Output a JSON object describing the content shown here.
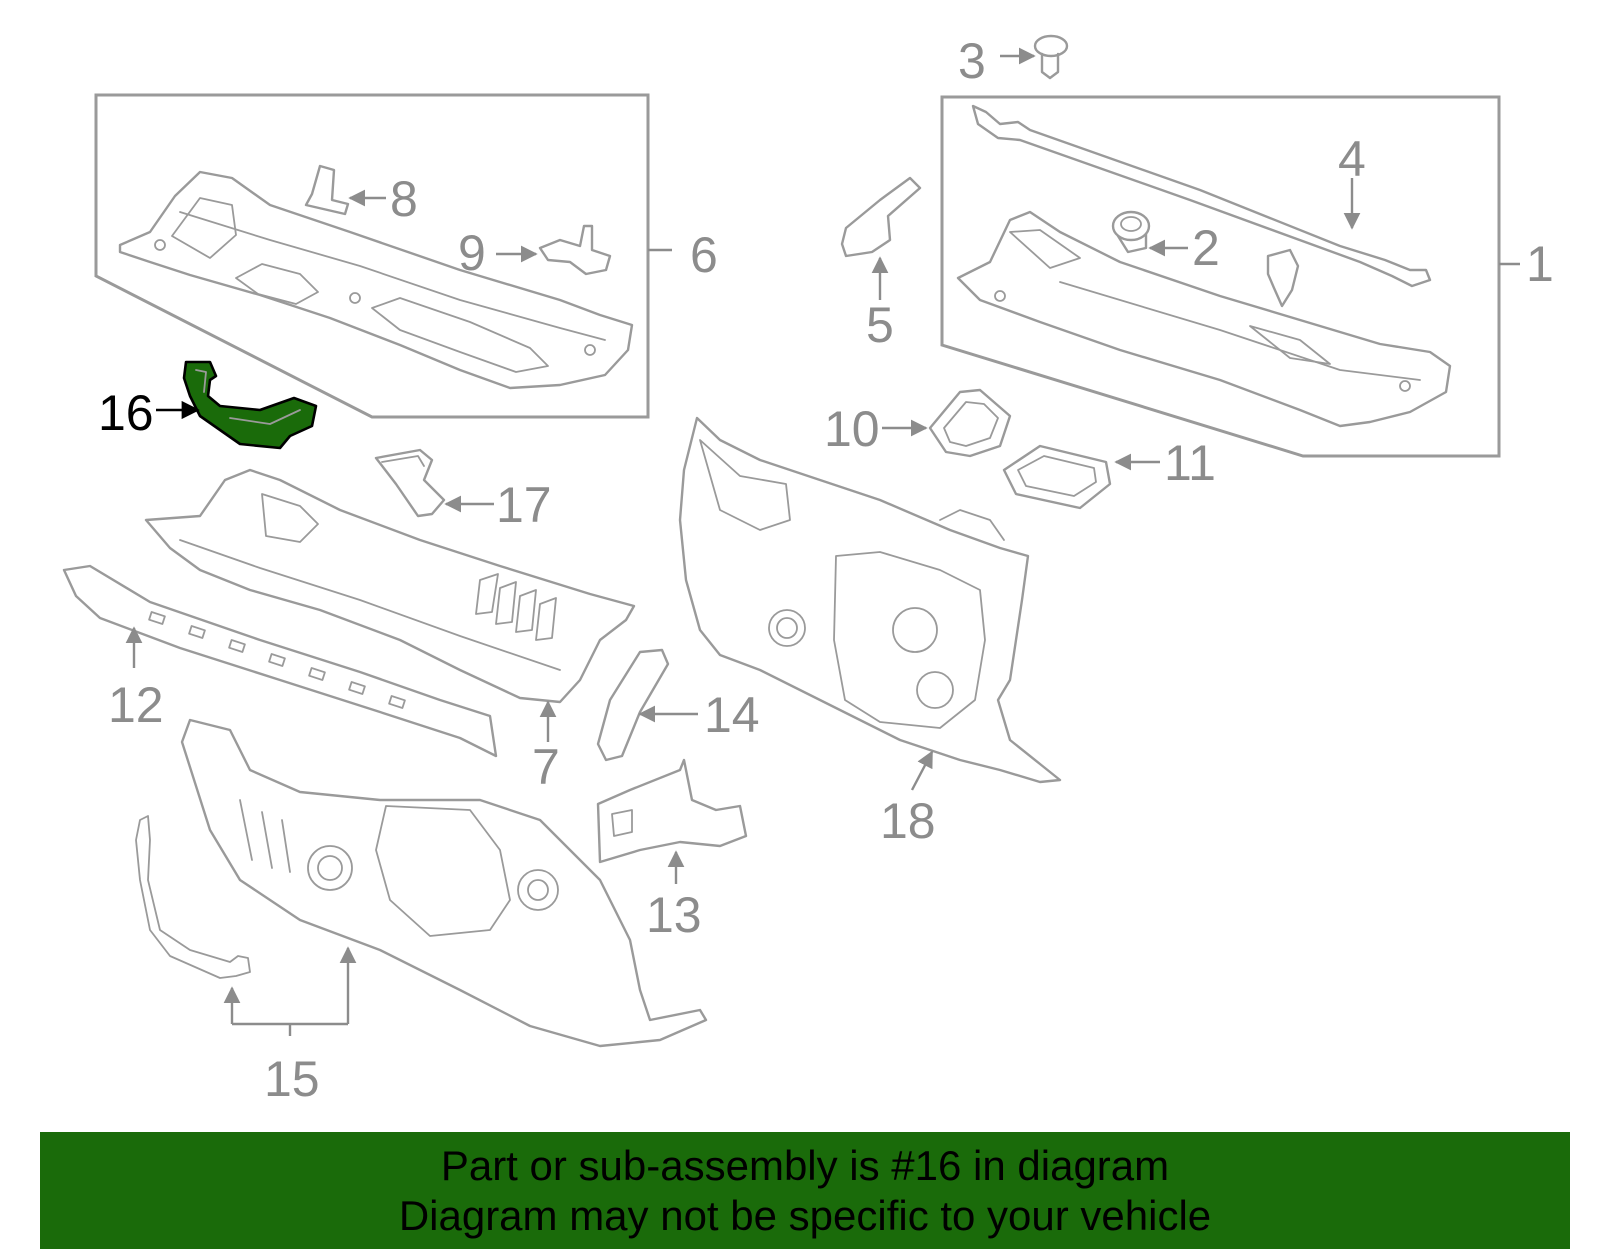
{
  "colors": {
    "highlight": "#1a6b0a",
    "line": "#9a9a9a",
    "banner": "#1a6b0a"
  },
  "callouts": {
    "c1": "1",
    "c2": "2",
    "c3": "3",
    "c4": "4",
    "c5": "5",
    "c6": "6",
    "c7": "7",
    "c8": "8",
    "c9": "9",
    "c10": "10",
    "c11": "11",
    "c12": "12",
    "c13": "13",
    "c14": "14",
    "c15": "15",
    "c16": "16",
    "c17": "17",
    "c18": "18"
  },
  "highlighted_part": "16",
  "footer": {
    "line1": "Part or sub-assembly is #16 in diagram",
    "line2": "Diagram may not be specific to your vehicle"
  }
}
